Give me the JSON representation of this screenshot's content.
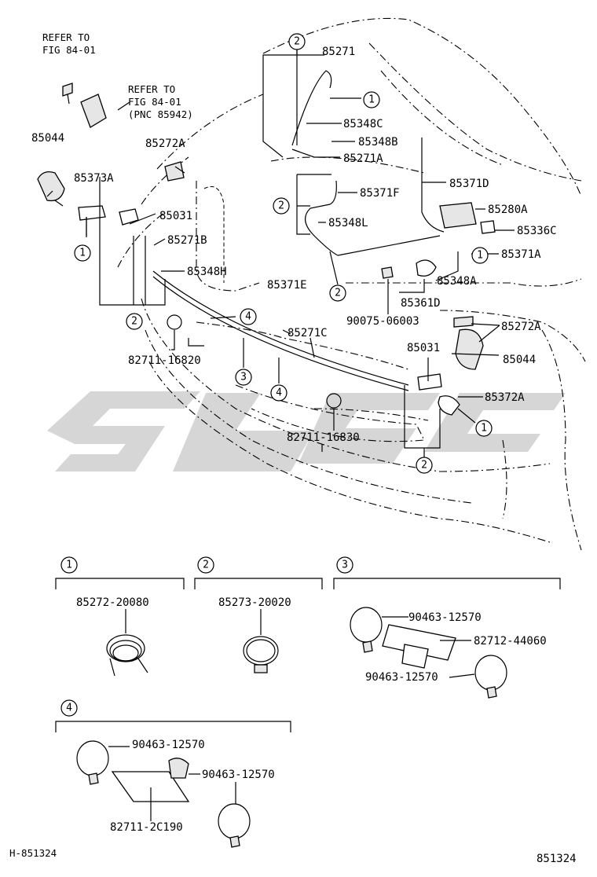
{
  "refs": {
    "fig_ref_1": [
      "REFER TO",
      "FIG 84-01"
    ],
    "fig_ref_2": [
      "REFER TO",
      "FIG 84-01",
      "(PNC 85942)"
    ]
  },
  "labels": {
    "p85271": "85271",
    "p85348C": "85348C",
    "p85348B": "85348B",
    "p85271A": "85271A",
    "p85044_top": "85044",
    "p85272A_top": "85272A",
    "p85373A": "85373A",
    "p85031_top": "85031",
    "p85271B": "85271B",
    "p85348H": "85348H",
    "p85371F": "85371F",
    "p85348L": "85348L",
    "p85371D": "85371D",
    "p85280A": "85280A",
    "p85336C": "85336C",
    "p85371A": "85371A",
    "p85348A": "85348A",
    "p85371E": "85371E",
    "p85361D": "85361D",
    "p90075": "90075-06003",
    "p85271C": "85271C",
    "p85272A_bot": "85272A",
    "p85031_bot": "85031",
    "p85044_bot": "85044",
    "p82711_16820": "82711-16820",
    "p85372A": "85372A",
    "p82711_16830": "82711-16830"
  },
  "callouts": {
    "c1": "1",
    "c2": "2",
    "c3": "3",
    "c4": "4"
  },
  "details": {
    "d1_part": "85272-20080",
    "d2_part": "85273-20020",
    "d3_part_a": "90463-12570",
    "d3_part_b": "82712-44060",
    "d3_part_c": "90463-12570",
    "d4_part_a": "90463-12570",
    "d4_part_b": "90463-12570",
    "d4_part_c": "82711-2C190"
  },
  "footer": {
    "left_code": "H-851324",
    "right_code": "851324"
  }
}
